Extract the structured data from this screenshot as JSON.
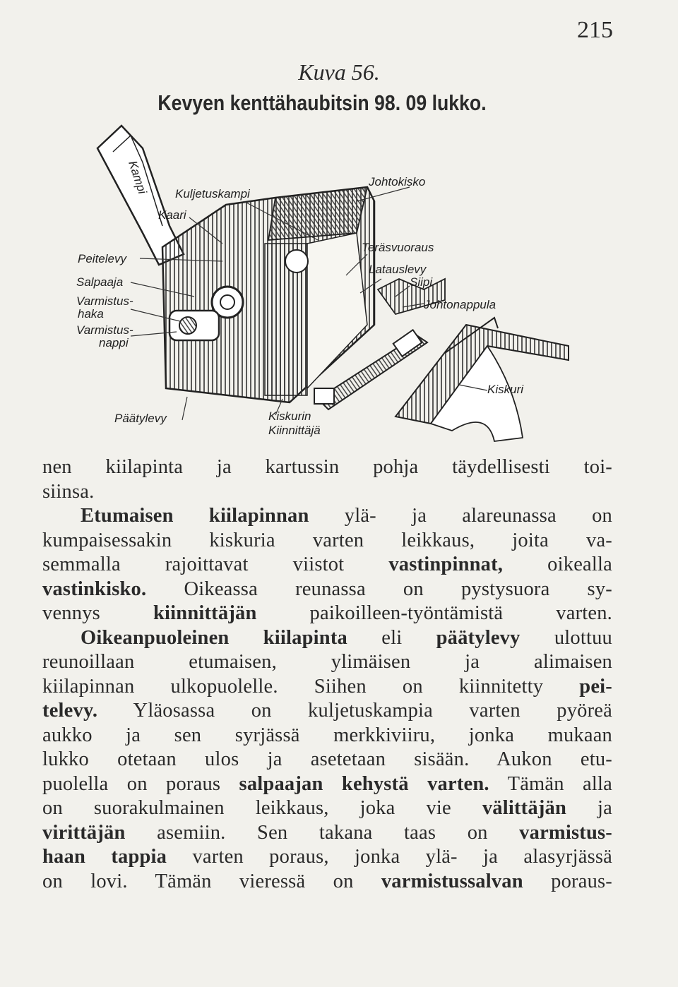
{
  "page_number": "215",
  "figure": {
    "number": "Kuva 56.",
    "title": "Kevyen kenttähaubitsin 98. 09 lukko.",
    "labels": {
      "kampi": "Kampi",
      "kuljetuskampi": "Kuljetuskampi",
      "kaari": "Kaari",
      "johtokisko": "Johtokisko",
      "peitelevy": "Peitelevy",
      "salpaaja": "Salpaaja",
      "varmistushaka_1": "Varmistus-",
      "varmistushaka_2": "haka",
      "varmistusnappi_1": "Varmistus-",
      "varmistusnappi_2": "nappi",
      "terasvuoraus": "Teräsvuoraus",
      "latauslevy": "Latauslevy",
      "siipi": "Siipi",
      "johtonappula": "Johtonappula",
      "kiskuri": "Kiskuri",
      "paatylevy": "Päätylevy",
      "kiskurin": "Kiskurin",
      "kiinnittaja": "Kiinnittäjä"
    }
  },
  "text": {
    "l1": "nen kiilapinta ja kartussin pohja täydellisesti toi-",
    "l2": "siinsa.",
    "l3a": "Etumaisen kiilapinnan",
    "l3b": " ylä- ja alareunassa on",
    "l4": "kumpaisessakin kiskuria varten leikkaus, joita va-",
    "l5a": "semmalla rajoittavat viistot ",
    "l5b": "vastinpinnat,",
    "l5c": " oikealla",
    "l6a": "vastinkisko.",
    "l6b": " Oikeassa reunassa on pystysuora sy-",
    "l7a": "vennys ",
    "l7b": "kiinnittäjän",
    "l7c": " paikoilleen-työntämistä varten.",
    "l8a": "Oikeanpuoleinen kiilapinta",
    "l8b": " eli ",
    "l8c": "päätylevy",
    "l8d": " ulottuu",
    "l9": "reunoillaan etumaisen, ylimäisen ja alimaisen",
    "l10a": "kiilapinnan ulkopuolelle. Siihen on kiinnitetty ",
    "l10b": "pei-",
    "l11a": "televy.",
    "l11b": " Yläosassa on kuljetuskampia varten pyöreä",
    "l12": "aukko ja sen syrjässä merkkiviiru, jonka mukaan",
    "l13": "lukko otetaan ulos ja asetetaan sisään. Aukon etu-",
    "l14a": "puolella on poraus ",
    "l14b": "salpaajan kehystä varten.",
    "l14c": " Tämän alla",
    "l15a": "on suorakulmainen leikkaus, joka vie ",
    "l15b": "välittäjän",
    "l15c": " ja",
    "l16a": "virittäjän",
    "l16b": " asemiin. Sen takana taas on ",
    "l16c": "varmistus-",
    "l17a": "haan tappia",
    "l17b": " varten poraus, jonka ylä- ja alasyrjässä",
    "l18a": "on lovi. Tämän vieressä on ",
    "l18b": "varmistussalvan",
    "l18c": " poraus-"
  }
}
